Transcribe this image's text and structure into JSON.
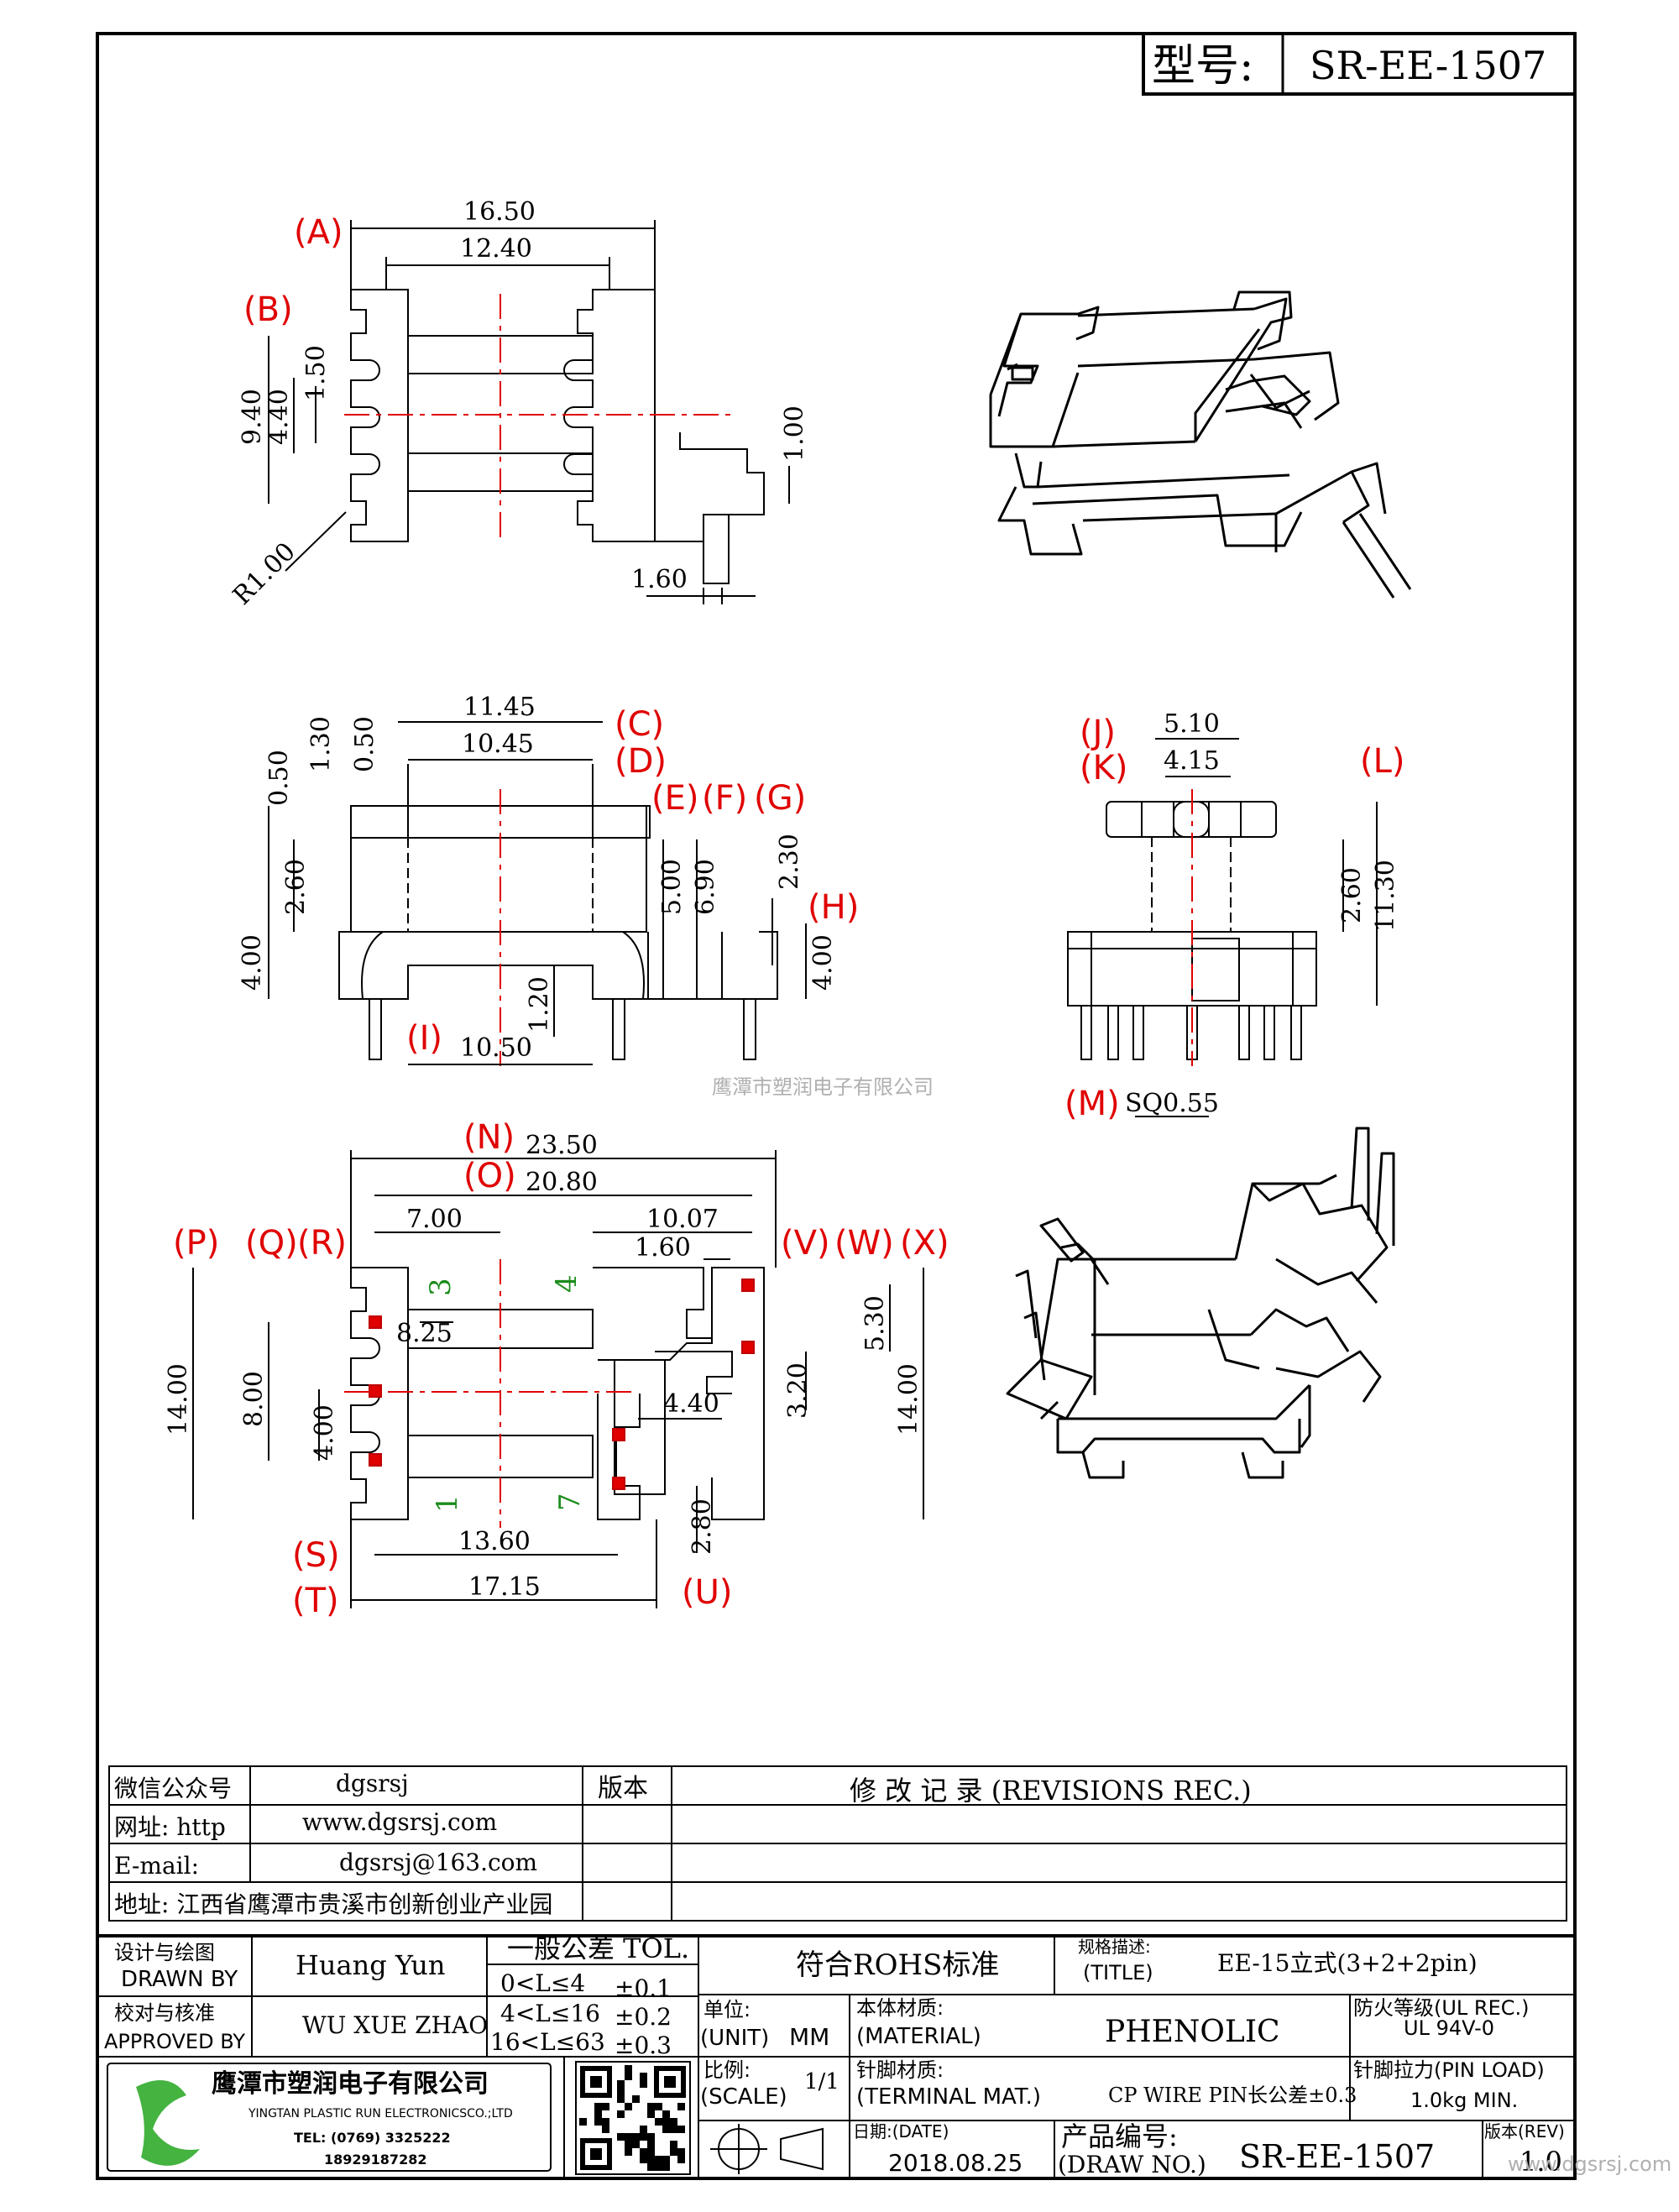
{
  "model": {
    "label": "型号:",
    "value": "SR-EE-1507"
  },
  "top_view": {
    "dims": [
      "16.50",
      "12.40",
      "9.40",
      "4.40",
      "1.50",
      "1.00",
      "1.60",
      "R1.00"
    ],
    "labels": [
      "A",
      "B"
    ]
  },
  "front_view": {
    "dims": [
      "11.45",
      "10.45",
      "0.50",
      "1.30",
      "0.50",
      "2.60",
      "4.00",
      "5.00",
      "6.90",
      "2.30",
      "4.00",
      "1.20",
      "10.50"
    ],
    "labels": [
      "C",
      "D",
      "E",
      "F",
      "G",
      "H",
      "I"
    ]
  },
  "side_view": {
    "dims": [
      "5.10",
      "4.15",
      "2.60",
      "11.30",
      "SQ0.55"
    ],
    "labels": [
      "J",
      "K",
      "L",
      "M"
    ]
  },
  "bottom_view": {
    "dims": [
      "23.50",
      "20.80",
      "7.00",
      "10.07",
      "1.60",
      "8.25",
      "14.00",
      "8.00",
      "4.00",
      "5.30",
      "3.20",
      "4.40",
      "14.00",
      "2.80",
      "13.60",
      "17.15"
    ],
    "labels": [
      "N",
      "O",
      "P",
      "Q",
      "R",
      "V",
      "W",
      "X",
      "S",
      "T",
      "U"
    ],
    "pins": [
      "3",
      "4",
      "1",
      "7"
    ]
  },
  "watermark": "鹰潭市塑润电子有限公司",
  "contact": {
    "rows": [
      {
        "k": "微信公众号",
        "v": "dgsrsj"
      },
      {
        "k": "网址: http",
        "v": "www.dgsrsj.com"
      },
      {
        "k": "E-mail:",
        "v": "dgsrsj@163.com"
      },
      {
        "k": "地址: 江西省鹰潭市贵溪市创新创业产业园",
        "v": ""
      }
    ],
    "rev_header": "版本",
    "rev_title": "修 改 记 录  (REVISIONS REC.)"
  },
  "title_block": {
    "drawn_cn": "设计与绘图",
    "drawn_en": "DRAWN BY",
    "drawn_val": "Huang  Yun",
    "approved_cn": "校对与核准",
    "approved_en": "APPROVED BY",
    "approved_val": "WU XUE ZHAO",
    "tol_title": "一般公差 TOL.",
    "tol_rows": [
      {
        "range": "0<L≤4",
        "tol": "±0.1"
      },
      {
        "range": "4<L≤16",
        "tol": "±0.2"
      },
      {
        "range": "16<L≤63",
        "tol": "±0.3"
      }
    ],
    "rohs": "符合ROHS标准",
    "spec_cn": "规格描述:",
    "spec_en": "(TITLE)",
    "spec_val": "EE-15立式(3+2+2pin)",
    "unit_cn": "单位:",
    "unit_en": "(UNIT)",
    "unit_val": "MM",
    "material_cn": "本体材质:",
    "material_en": "(MATERIAL)",
    "material_val": "PHENOLIC",
    "ul_cn": "防火等级(UL REC.)",
    "ul_val": "UL 94V-0",
    "scale_cn": "比例:",
    "scale_en": "(SCALE)",
    "scale_val": "1/1",
    "term_cn": "针脚材质:",
    "term_en": "(TERMINAL MAT.)",
    "term_val": "CP WIRE  PIN长公差±0.3",
    "pin_load_cn": "针脚拉力(PIN LOAD)",
    "pin_load_val": "1.0kg MIN.",
    "date_label": "日期:(DATE)",
    "date_val": "2018.08.25",
    "draw_no_cn": "产品编号:",
    "draw_no_en": "(DRAW NO.)",
    "draw_no_val": "SR-EE-1507",
    "rev_cn": "版本(REV)",
    "rev_val": "1.0",
    "company_cn": "鹰潭市塑润电子有限公司",
    "company_en": "YINGTAN PLASTIC RUN ELECTRONICSCO.;LTD",
    "tel": "TEL: (0769) 3325222",
    "mobile": "18929187282",
    "site": "www.dgsrsj.com"
  }
}
